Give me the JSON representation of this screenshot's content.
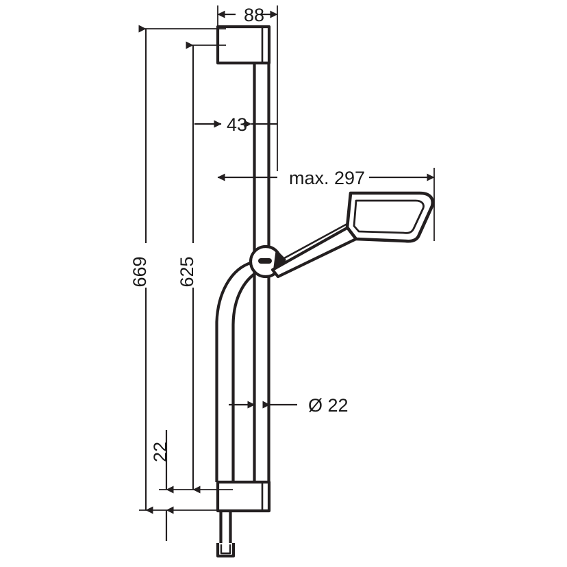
{
  "drawing": {
    "title": "Shower rail set technical dimension drawing",
    "background_color": "#ffffff",
    "line_color": "#231f20",
    "text_color": "#1a1a1a",
    "units": "mm"
  },
  "dimensions": {
    "width_88": "88",
    "offset_43": "43",
    "reach_max_297": "max. 297",
    "height_669": "669",
    "height_625": "625",
    "height_22": "22",
    "diameter_22": "Ø 22"
  },
  "parts": {
    "top_bracket": "top-wall-bracket",
    "bottom_bracket": "bottom-wall-bracket",
    "slide_bar": "slide-bar",
    "holder": "shower-holder-clamp",
    "hand_shower": "hand-shower",
    "hose": "shower-hose",
    "hose_connector": "hose-connector"
  }
}
